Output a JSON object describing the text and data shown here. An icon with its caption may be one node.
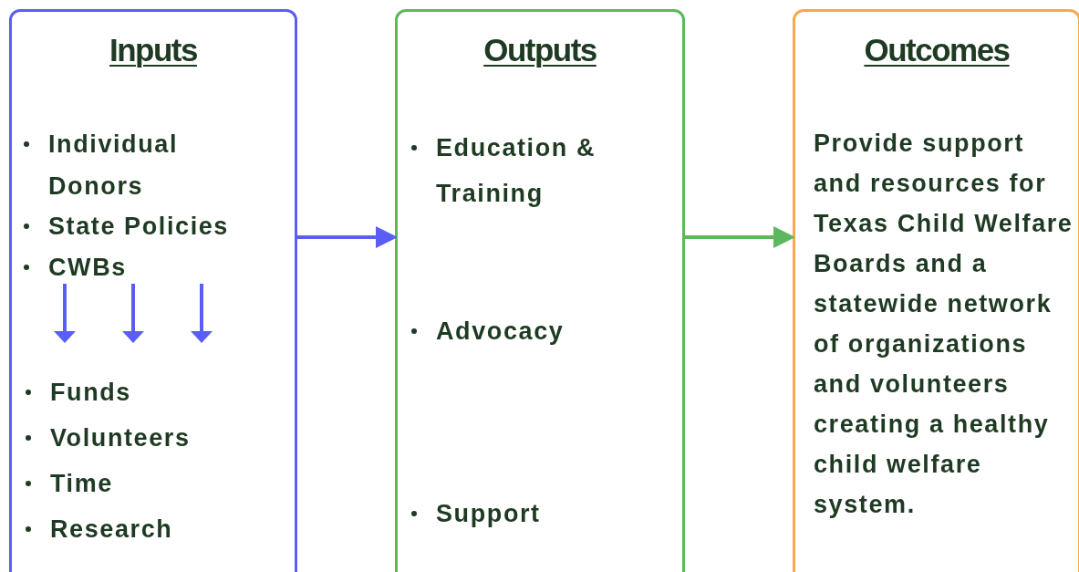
{
  "diagram": {
    "nodes": [
      {
        "text": [
          "Inputs",
          "Individual Donors",
          "State Policies",
          "CWBs",
          "Funds",
          "Volunteers",
          "Time",
          "Research"
        ]
      },
      {
        "text": [
          "Outputs",
          "Education & Training",
          "Advocacy",
          "Support"
        ]
      },
      {
        "text": [
          "Outcomes",
          "Provide support and resources for Texas Child Welfare Boards and a statewide network of organizations and volunteers creating a healthy child welfare system."
        ]
      }
    ],
    "edges": [
      {
        "from": 0,
        "to": 1,
        "arrow": "to",
        "color": "#5b5ef5"
      },
      {
        "from": 1,
        "to": 2,
        "arrow": "to",
        "color": "#5cb85c"
      }
    ]
  }
}
